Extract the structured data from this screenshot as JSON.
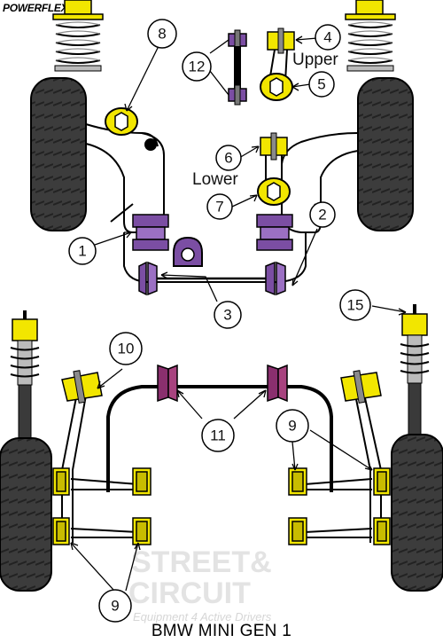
{
  "brand": "POWERFLEX",
  "caption": "BMW MINI GEN 1",
  "labels": {
    "upper": "Upper",
    "lower": "Lower"
  },
  "callouts": [
    "1",
    "2",
    "3",
    "4",
    "5",
    "6",
    "7",
    "8",
    "9",
    "10",
    "11",
    "12",
    "15"
  ],
  "watermark": {
    "line1": "STREET&",
    "line2": "CIRCUIT",
    "tagline": "Equipment 4 Active Drivers"
  },
  "colors": {
    "bushing_yellow": "#f2e600",
    "bushing_purple": "#7b4ea3",
    "bushing_magenta": "#8a2f6e",
    "tyre": "#3a3a3a",
    "outline": "#000000"
  }
}
